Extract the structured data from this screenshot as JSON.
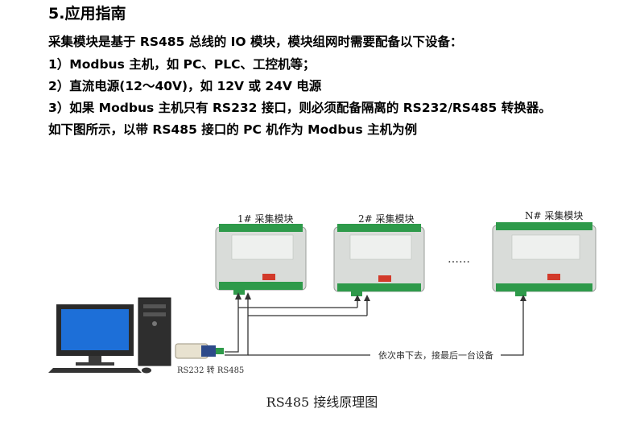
{
  "section": {
    "heading": "5.应用指南"
  },
  "paragraphs": [
    "采集模块是基于 RS485 总线的 IO 模块，模块组网时需要配备以下设备：",
    "1）Modbus 主机，如 PC、PLC、工控机等；",
    "2）直流电源(12～40V)，如 12V 或 24V 电源",
    "3）如果 Modbus 主机只有 RS232 接口，则必须配备隔离的 RS232/RS485 转换器。",
    "如下图所示，以带 RS485 接口的 PC 机作为 Modbus 主机为例"
  ],
  "diagram": {
    "modules": [
      {
        "title": "1# 采集模块"
      },
      {
        "title": "2# 采集模块"
      },
      {
        "title": "N# 采集模块"
      }
    ],
    "ellipsis": "……",
    "converter_label": "RS232 转 RS485",
    "chain_note": "依次串下去，接最后一台设备",
    "caption": "RS485 接线原理图"
  },
  "colors": {
    "module_body": "#d9dcd9",
    "terminal_green": "#2e9a4a",
    "terminal_red": "#d23a2a",
    "monitor_frame": "#2a2a2a",
    "screen_blue": "#1d6fd8",
    "wire": "#333333"
  }
}
